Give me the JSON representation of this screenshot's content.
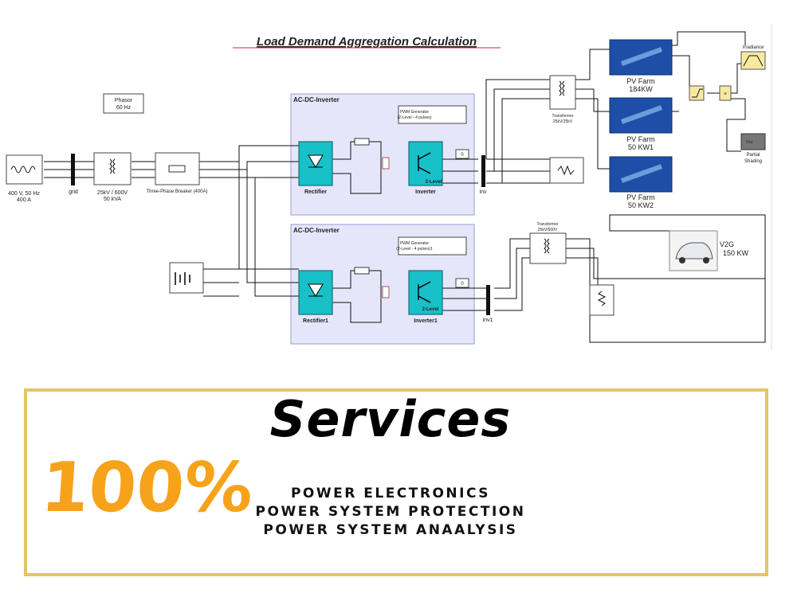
{
  "colors": {
    "title": "#e02020",
    "accent": "#f7a21b",
    "border": "#e6c36a",
    "converter": "#18c0c8",
    "subsystem": "#e6e6fb"
  },
  "diagram": {
    "title": "Load Demand Aggregation Calculation",
    "phasor": {
      "line1": "Phasor",
      "line2": "60 Hz"
    },
    "source": {
      "line1": "400 V, 50 Hz",
      "line2": "400 A"
    },
    "grid_label": "grid",
    "transformer1": {
      "line1": "25kV / 600V",
      "line2": "50 kVA"
    },
    "breaker_label": "Three-Phase Breaker (400A)",
    "subsystem1": {
      "title": "AC-DC-Inverter",
      "pwm_line1": "PWM Generator",
      "pwm_line2": "(2-Level - 4 pulses)",
      "rectifier": "Rectifier",
      "inverter": "Inverter",
      "level": "2-Level",
      "constant": "0"
    },
    "subsystem2": {
      "title": "AC-DC-Inverter",
      "pwm_line1": "PWM Generator",
      "pwm_line2": "(2-Level - 4 pulses)1",
      "rectifier": "Rectifier1",
      "inverter": "Inverter1",
      "level": "2-Level",
      "constant": "0"
    },
    "inv_label": "inv",
    "inv1_label": "inv1",
    "transformer2": {
      "line1": "Transformer",
      "line2": "25kV/25kV"
    },
    "transformer3": {
      "line1": "Transformer",
      "line2": "25kV/600V"
    },
    "pv1": {
      "line1": "PV Farm",
      "line2": "184KW"
    },
    "pv2": {
      "line1": "PV Farm",
      "line2": "50 KW1"
    },
    "pv3": {
      "line1": "PV Farm",
      "line2": "50 KW2"
    },
    "irradiance": "Irradiance",
    "partial_shading": {
      "line1": "Partial",
      "line2": "Shading",
      "port": "Out"
    },
    "v2g": {
      "line1": "V2G",
      "line2": "150 KW"
    },
    "icons": [
      "ac-source-icon",
      "transformer-icon",
      "breaker-icon",
      "diode-bridge-icon",
      "igbt-bridge-icon",
      "inductor-icon",
      "capacitor-icon",
      "solar-panel-icon",
      "electric-car-icon",
      "resistor-icon"
    ]
  },
  "services": {
    "percent": "100%",
    "title": "Services",
    "items": [
      "POWER ELECTRONICS",
      "POWER SYSTEM PROTECTION",
      "POWER SYSTEM ANAALYSIS"
    ]
  }
}
